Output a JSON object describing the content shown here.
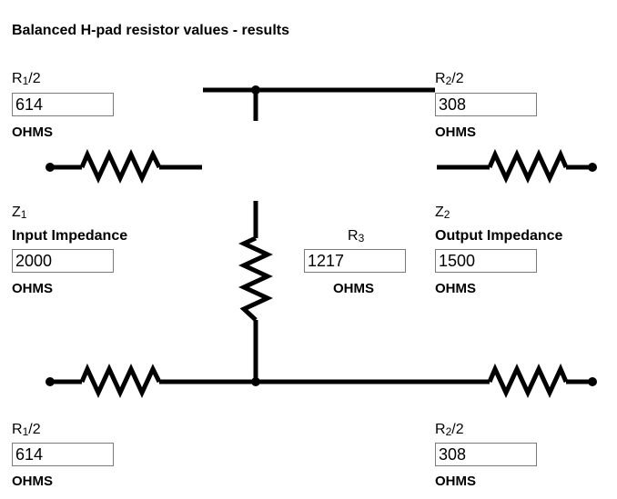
{
  "page": {
    "title": "Balanced H-pad resistor values - results"
  },
  "labels": {
    "r1_half": "R1/2",
    "r2_half": "R2/2",
    "r3": "R3",
    "z1": "Z1",
    "z2": "Z2",
    "input_impedance": "Input Impedance",
    "output_impedance": "Output Impedance",
    "ohms": "OHMS"
  },
  "values": {
    "r1_top": "614",
    "r2_top": "308",
    "z1": "2000",
    "r3": "1217",
    "z2": "1500",
    "r1_bottom": "614",
    "r2_bottom": "308"
  }
}
